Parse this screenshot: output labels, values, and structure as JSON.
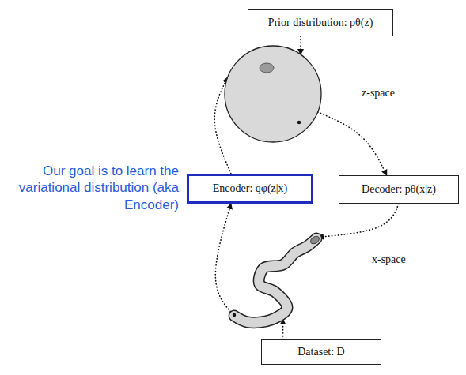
{
  "diagram": {
    "nodes": [
      {
        "text": [
          "Prior distribution: pθ(z)"
        ]
      },
      {
        "text": [
          "z-space"
        ]
      },
      {
        "text": [
          "Encoder: qφ(z|x)"
        ]
      },
      {
        "text": [
          "Decoder: pθ(x|z)"
        ]
      },
      {
        "text": [
          "x-space"
        ]
      },
      {
        "text": [
          "Dataset: D"
        ]
      }
    ],
    "edges": [
      {
        "from": 0,
        "to": 1,
        "arrow": "to"
      },
      {
        "from": 1,
        "to": 3,
        "arrow": "to"
      },
      {
        "from": 3,
        "to": 4,
        "arrow": "to"
      },
      {
        "from": 4,
        "to": 2,
        "arrow": "to"
      },
      {
        "from": 2,
        "to": 1,
        "arrow": "to"
      },
      {
        "from": 5,
        "to": 4,
        "arrow": "to"
      }
    ],
    "labels": [
      "Our goal is to learn the variational distribution (aka Encoder)"
    ]
  }
}
